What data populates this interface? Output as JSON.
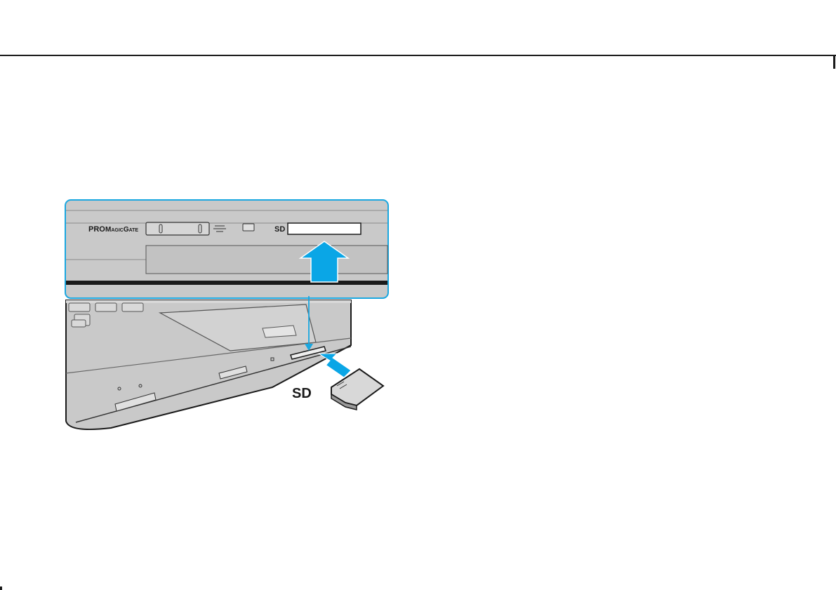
{
  "figure": {
    "panel_labels": {
      "pro": "PRO",
      "magicgate": "MagicGate",
      "sd_slot": "SD"
    },
    "card_label": "SD"
  },
  "colors": {
    "callout": "#1aa7e0",
    "arrow": "#0aa6e6",
    "rule": "#1a1a1a"
  }
}
